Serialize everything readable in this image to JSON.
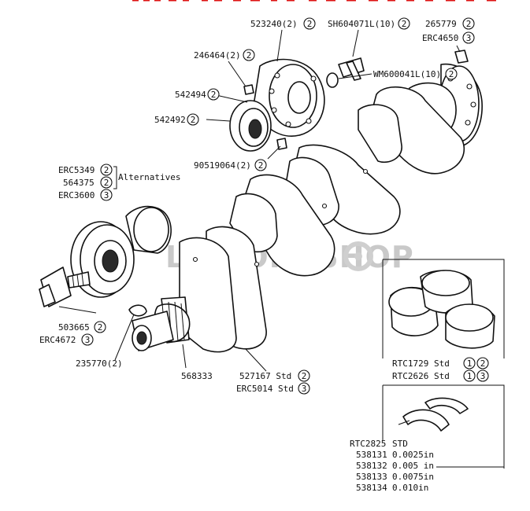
{
  "watermark": "LRWORKSHOP",
  "callouts": {
    "p523240": "523240(2)",
    "sh604071l": "SH604071L(10)",
    "p265779": "265779",
    "erc4650": "ERC4650",
    "wm600041l": "WM600041L(10)",
    "p246464": "246464(2)",
    "p542494": "542494",
    "p542492": "542492",
    "p90519064": "90519064(2)",
    "erc5349": "ERC5349",
    "p564375": "564375",
    "alternatives": "Alternatives",
    "erc3600": "ERC3600",
    "p503665": "503665",
    "erc4672": "ERC4672",
    "p235770": "235770(2)",
    "p568333": "568333",
    "p527167": "527167 Std",
    "erc5014": "ERC5014 Std",
    "rtc1729": "RTC1729 Std",
    "rtc2626": "RTC2626 Std"
  },
  "badges": {
    "b523240": "2",
    "bsh604071l": "2",
    "b265779": "2",
    "berc4650": "3",
    "bwm600041l": "2",
    "b246464": "2",
    "b542494": "2",
    "b542492": "2",
    "b90519064": "2",
    "berc5349": "2",
    "b564375": "2",
    "berc3600": "3",
    "b503665": "2",
    "berc4672": "3",
    "b527167": "2",
    "berc5014": "3",
    "brtc1729a": "1",
    "brtc1729b": "2",
    "brtc2626a": "1",
    "brtc2626b": "3"
  },
  "thrust_washers": {
    "std_code": "RTC2825",
    "std_label": "STD",
    "rows": [
      {
        "code": "538131",
        "size": "0.0025in"
      },
      {
        "code": "538132",
        "size": "0.005 in"
      },
      {
        "code": "538133",
        "size": "0.0075in"
      },
      {
        "code": "538134",
        "size": "0.010in"
      }
    ]
  }
}
